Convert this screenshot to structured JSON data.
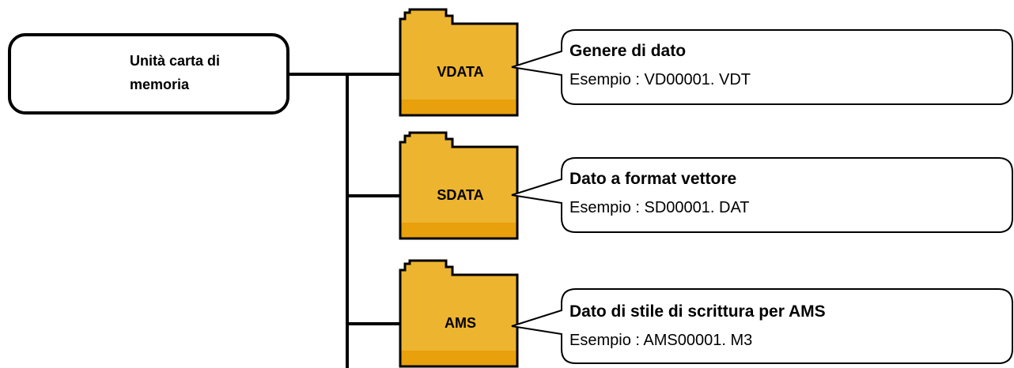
{
  "drive": {
    "label": "Unità carta di memoria",
    "icon": "memory-card-drive-icon"
  },
  "folders": [
    {
      "name": "VDATA",
      "description": "Genere di dato",
      "example": "Esempio : VD00001. VDT"
    },
    {
      "name": "SDATA",
      "description": "Dato a format vettore",
      "example": "Esempio : SD00001. DAT"
    },
    {
      "name": "AMS",
      "description": "Dato di stile di scrittura per AMS",
      "example": "Esempio : AMS00001. M3"
    }
  ],
  "colors": {
    "folder_body": "#edb430",
    "folder_bottom": "#e8a00c",
    "line": "#000000"
  }
}
